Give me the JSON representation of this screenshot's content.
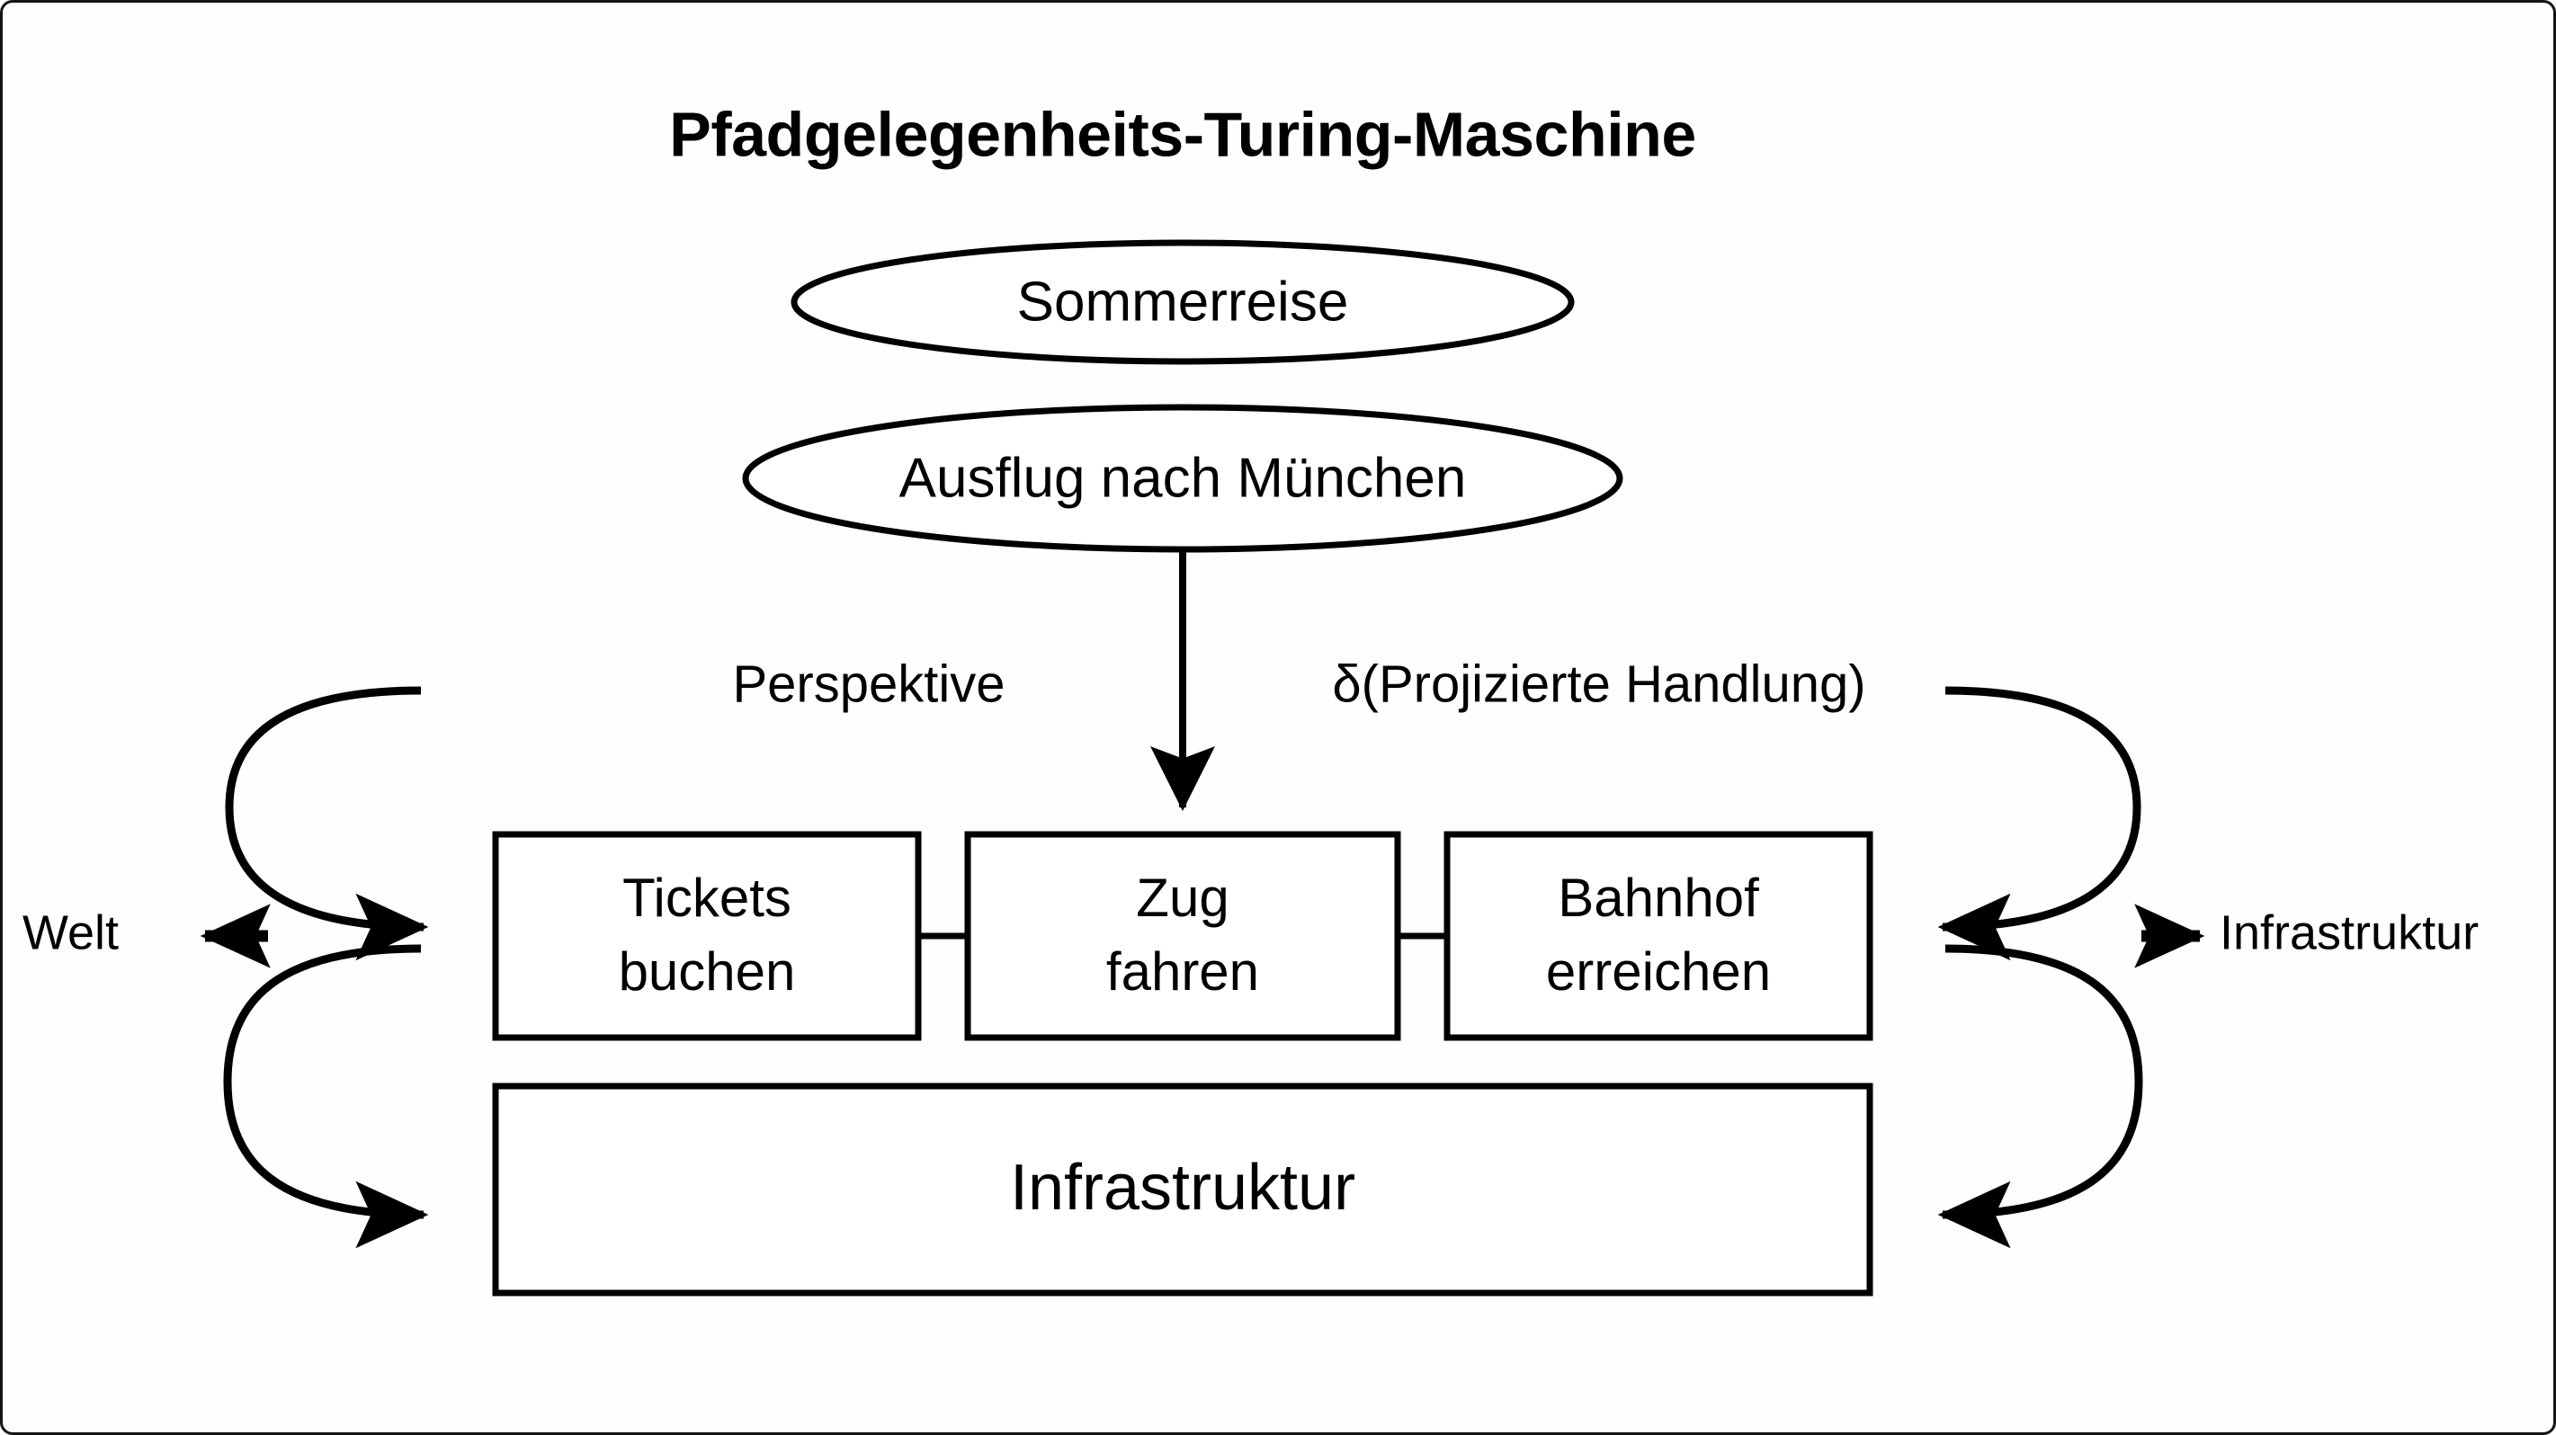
{
  "diagram": {
    "title": "Pfadgelegenheits-Turing-Maschine",
    "background_color": "#ffffff",
    "stroke_color": "#000000",
    "ellipses": [
      {
        "id": "sommerreise",
        "label": "Sommerreise"
      },
      {
        "id": "ausflug",
        "label": "Ausflug nach München"
      }
    ],
    "edge_labels": {
      "left": "Perspektive",
      "right": "δ(Projizierte Handlung)"
    },
    "state_boxes": [
      {
        "id": "tickets",
        "line1": "Tickets",
        "line2": "buchen"
      },
      {
        "id": "zug",
        "line1": "Zug",
        "line2": "fahren"
      },
      {
        "id": "bahnhof",
        "line1": "Bahnhof",
        "line2": "erreichen"
      }
    ],
    "tape_box": {
      "id": "infrastruktur-tape",
      "label": "Infrastruktur"
    },
    "side_labels": {
      "left": "Welt",
      "right": "Infrastruktur"
    },
    "arrows": {
      "transition_down": "arrow-down",
      "welt_out": "arrow-left",
      "infrastruktur_out": "arrow-right",
      "left_feedback_upper": "curve-arrow-right",
      "left_feedback_lower": "curve-arrow-right",
      "right_feedback_upper": "curve-arrow-left",
      "right_feedback_lower": "curve-arrow-left"
    }
  }
}
